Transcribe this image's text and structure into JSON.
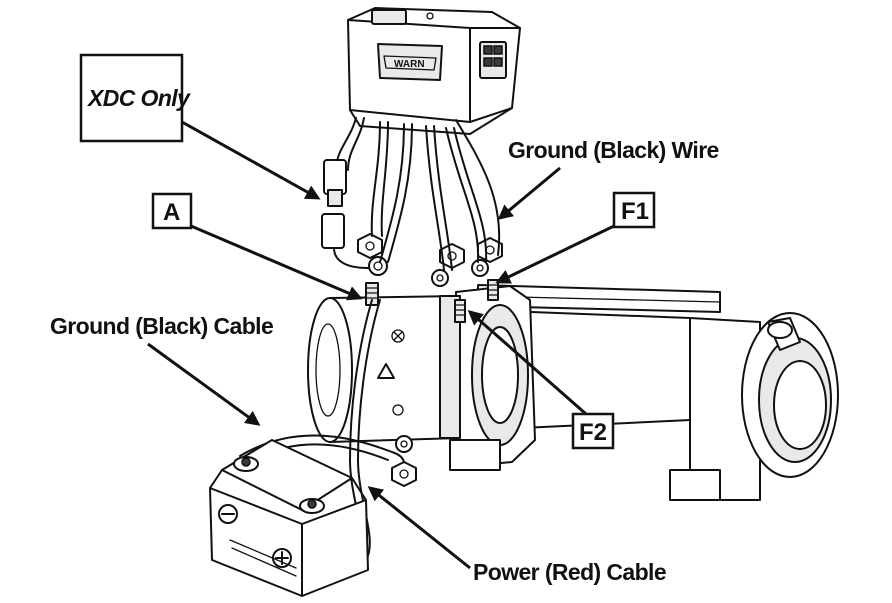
{
  "labels": {
    "xdc_only": "XDC Only",
    "ground_black_wire": "Ground (Black) Wire",
    "a": "A",
    "f1": "F1",
    "ground_black_cable": "Ground (Black) Cable",
    "f2": "F2",
    "power_red_cable": "Power (Red) Cable"
  },
  "control_pack": {
    "logo": "WARN"
  }
}
